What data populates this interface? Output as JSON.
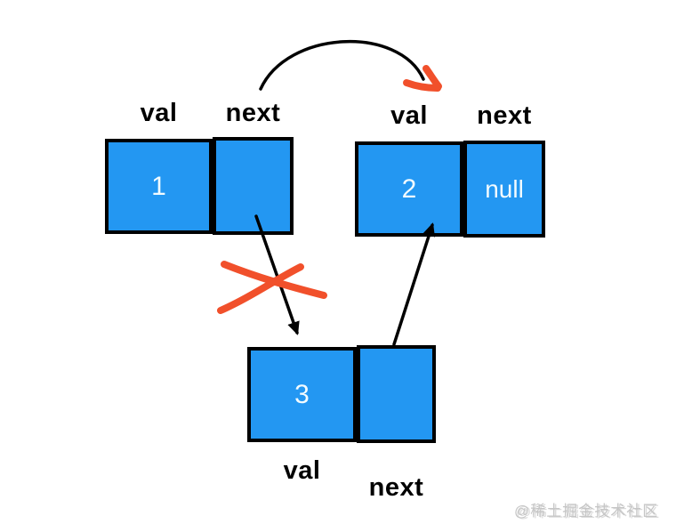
{
  "diagram": {
    "description": "Singly linked list node deletion: node 1's next pointer is rerouted to node 2; old link through node 3 is crossed out",
    "nodes": [
      {
        "val": "1",
        "next": "",
        "val_label": "val",
        "next_label": "next"
      },
      {
        "val": "2",
        "next": "null",
        "val_label": "val",
        "next_label": "next"
      },
      {
        "val": "3",
        "next": "",
        "val_label": "val",
        "next_label": "next"
      }
    ],
    "colors": {
      "box_fill": "#2397F2",
      "box_border": "#000000",
      "arrow_black": "#000000",
      "highlight_red": "#F1502B",
      "cell_text": "#F2FBFF",
      "label_text": "#000000",
      "watermark_gray": "#C6C6C6"
    },
    "watermark": "@稀土掘金技术社区"
  }
}
